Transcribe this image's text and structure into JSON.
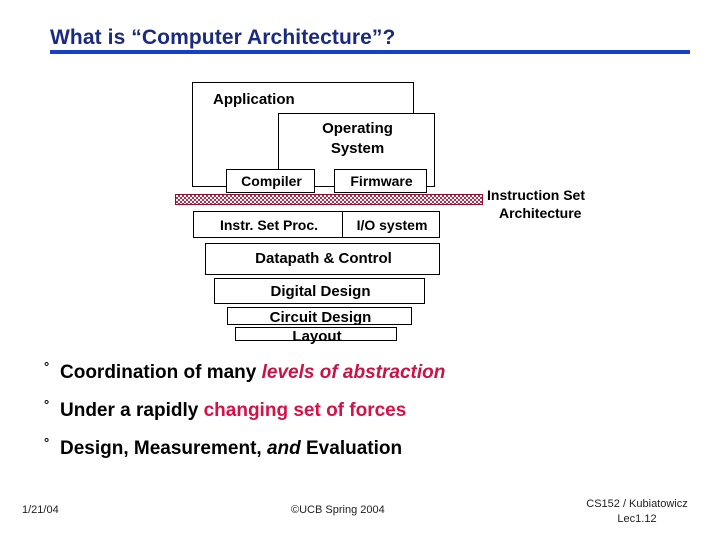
{
  "slide": {
    "title": "What is “Computer Architecture”?",
    "accent_title_color": "#1a2a80",
    "accent_rule_color": "#1640c8",
    "accent_red_color": "#cc1144",
    "isa_bar_color": "#b03050"
  },
  "diagram": {
    "name": "computer-architecture-layer-stack",
    "boxes": [
      {
        "id": "application",
        "label": "Application"
      },
      {
        "id": "operating-system",
        "label": "Operating\nSystem",
        "line1": "Operating",
        "line2": "System"
      },
      {
        "id": "compiler",
        "label": "Compiler"
      },
      {
        "id": "firmware",
        "label": "Firmware"
      },
      {
        "id": "instr-set-proc",
        "label": "Instr. Set Proc."
      },
      {
        "id": "io-system",
        "label": "I/O system"
      },
      {
        "id": "datapath-control",
        "label": "Datapath & Control"
      },
      {
        "id": "digital-design",
        "label": "Digital Design"
      },
      {
        "id": "circuit-design",
        "label": "Circuit Design"
      },
      {
        "id": "layout",
        "label": "Layout"
      }
    ],
    "annotation": {
      "line1": "Instruction Set",
      "line2": "Architecture"
    }
  },
  "bullets": [
    {
      "marker": "°",
      "plain_1": "Coordination of many ",
      "emphasis": "levels of abstraction",
      "emphasis_style": "red-italic",
      "plain_2": ""
    },
    {
      "marker": "°",
      "plain_1": "Under a rapidly ",
      "emphasis": "changing set of forces",
      "emphasis_style": "red",
      "plain_2": ""
    },
    {
      "marker": "°",
      "plain_1": "Design, Measurement, ",
      "emphasis": "and",
      "emphasis_style": "italic",
      "plain_2": " Evaluation"
    }
  ],
  "footer": {
    "date": "1/21/04",
    "center": "©UCB Spring 2004",
    "course": "CS152 / Kubiatowicz",
    "lecture": "Lec1.12"
  }
}
